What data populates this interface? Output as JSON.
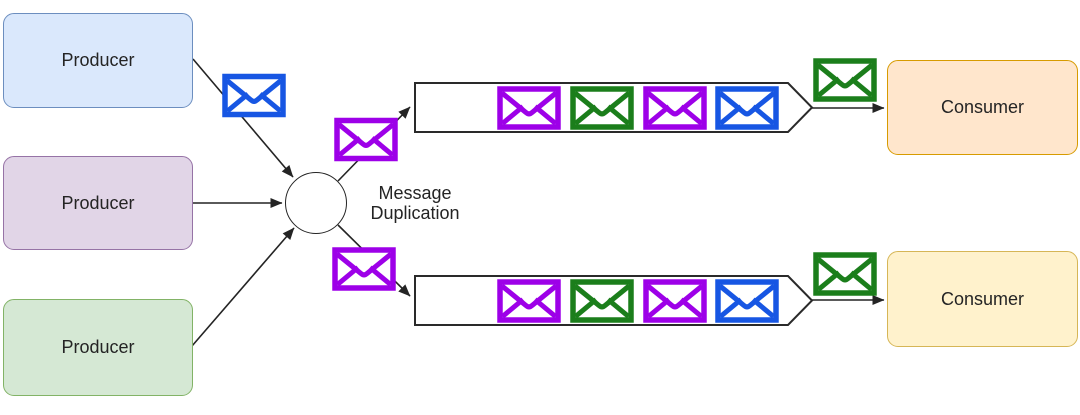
{
  "producers": [
    {
      "label": "Producer",
      "fill": "#dae8fc",
      "border": "#6c8ebf"
    },
    {
      "label": "Producer",
      "fill": "#e1d5e7",
      "border": "#9673a6"
    },
    {
      "label": "Producer",
      "fill": "#d5e8d4",
      "border": "#82b366"
    }
  ],
  "duplicator": {
    "label_line1": "Message",
    "label_line2": "Duplication"
  },
  "consumers": [
    {
      "label": "Consumer",
      "fill": "#ffe6cc",
      "border": "#d79b00"
    },
    {
      "label": "Consumer",
      "fill": "#fff2cc",
      "border": "#d6b656"
    }
  ],
  "queues": {
    "top": {
      "messages": [
        "purple",
        "green",
        "purple",
        "blue"
      ],
      "exit_message": "green"
    },
    "bottom": {
      "messages": [
        "purple",
        "green",
        "purple",
        "blue"
      ],
      "exit_message": "green"
    }
  },
  "loose_messages": {
    "from_producer": "blue",
    "to_top_queue": "purple",
    "to_bottom_queue": "purple"
  },
  "colors": {
    "blue": "#1756e3",
    "purple": "#9d00e8",
    "green": "#1b7e1b",
    "line": "#242424",
    "queue_fill": "#ffffff"
  },
  "icons": {
    "envelope": "✉"
  }
}
